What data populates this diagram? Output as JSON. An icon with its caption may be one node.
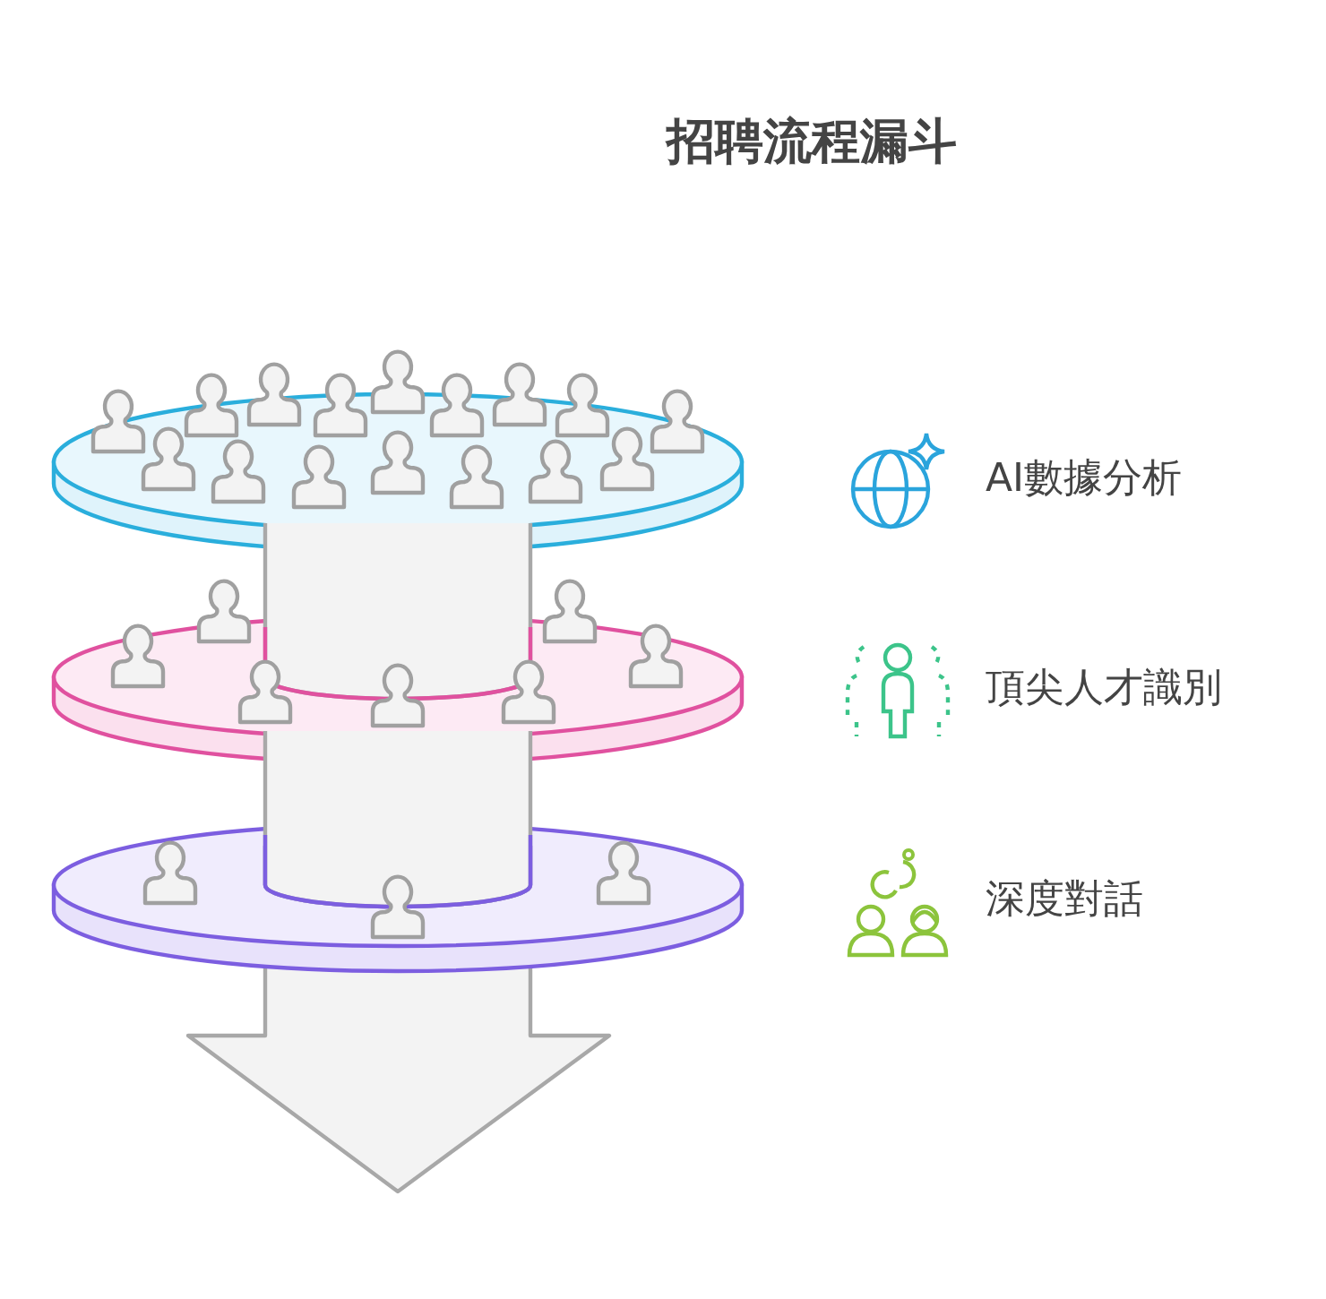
{
  "diagram": {
    "title": "招聘流程漏斗",
    "labels": [
      "AI數據分析",
      "頂尖人才識別",
      "深度對話"
    ]
  }
}
